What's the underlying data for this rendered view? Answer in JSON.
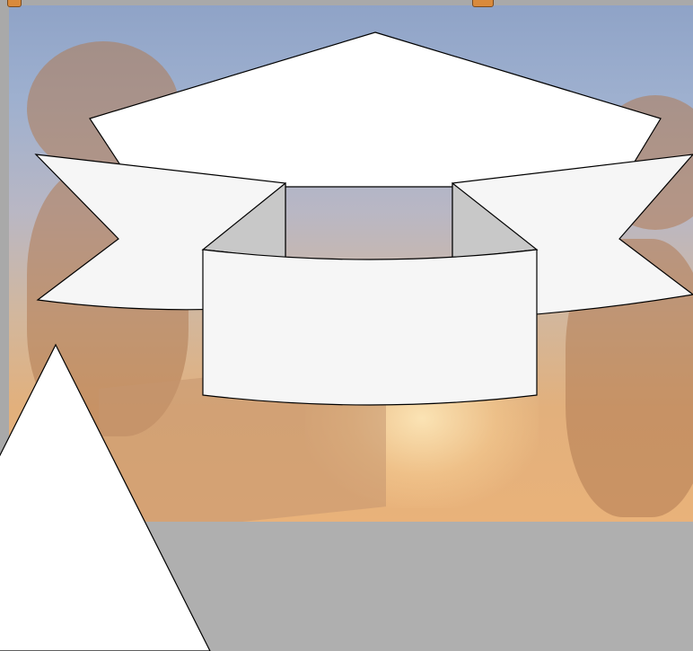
{
  "scene": {
    "background_color": "#b0b0b0",
    "floor_color": "#afafaf",
    "shape_fill": "#ffffff",
    "ribbon_fill": "#f6f6f6",
    "fold_fill": "#c8c8c8",
    "stroke_color": "#000000",
    "backdrop_icons": [
      "cowboy-figure",
      "table",
      "sunset-sky"
    ]
  }
}
